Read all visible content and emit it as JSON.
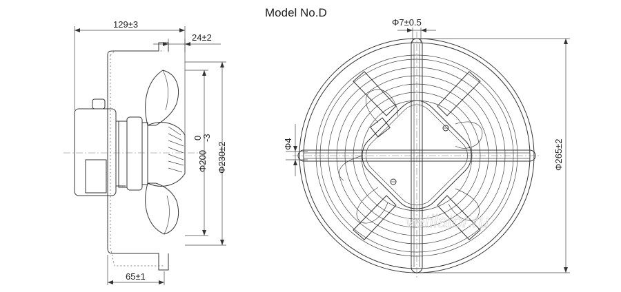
{
  "title": "Model No.D",
  "watermark": "vetilator.ru",
  "dimensions": {
    "overall_depth": "129±3",
    "bracket_offset": "24±2",
    "motor_offset": "65±1",
    "d_inner": "Φ200",
    "d_inner_tol_upper": "0",
    "d_inner_tol_lower": "-3",
    "d_mid": "Φ230±2",
    "d_outer": "Φ265±2",
    "hole_dia": "Φ7±0.5",
    "wire_dia": "Φ4"
  },
  "colors": {
    "line": "#333333",
    "text": "#222222",
    "background": "#ffffff"
  }
}
